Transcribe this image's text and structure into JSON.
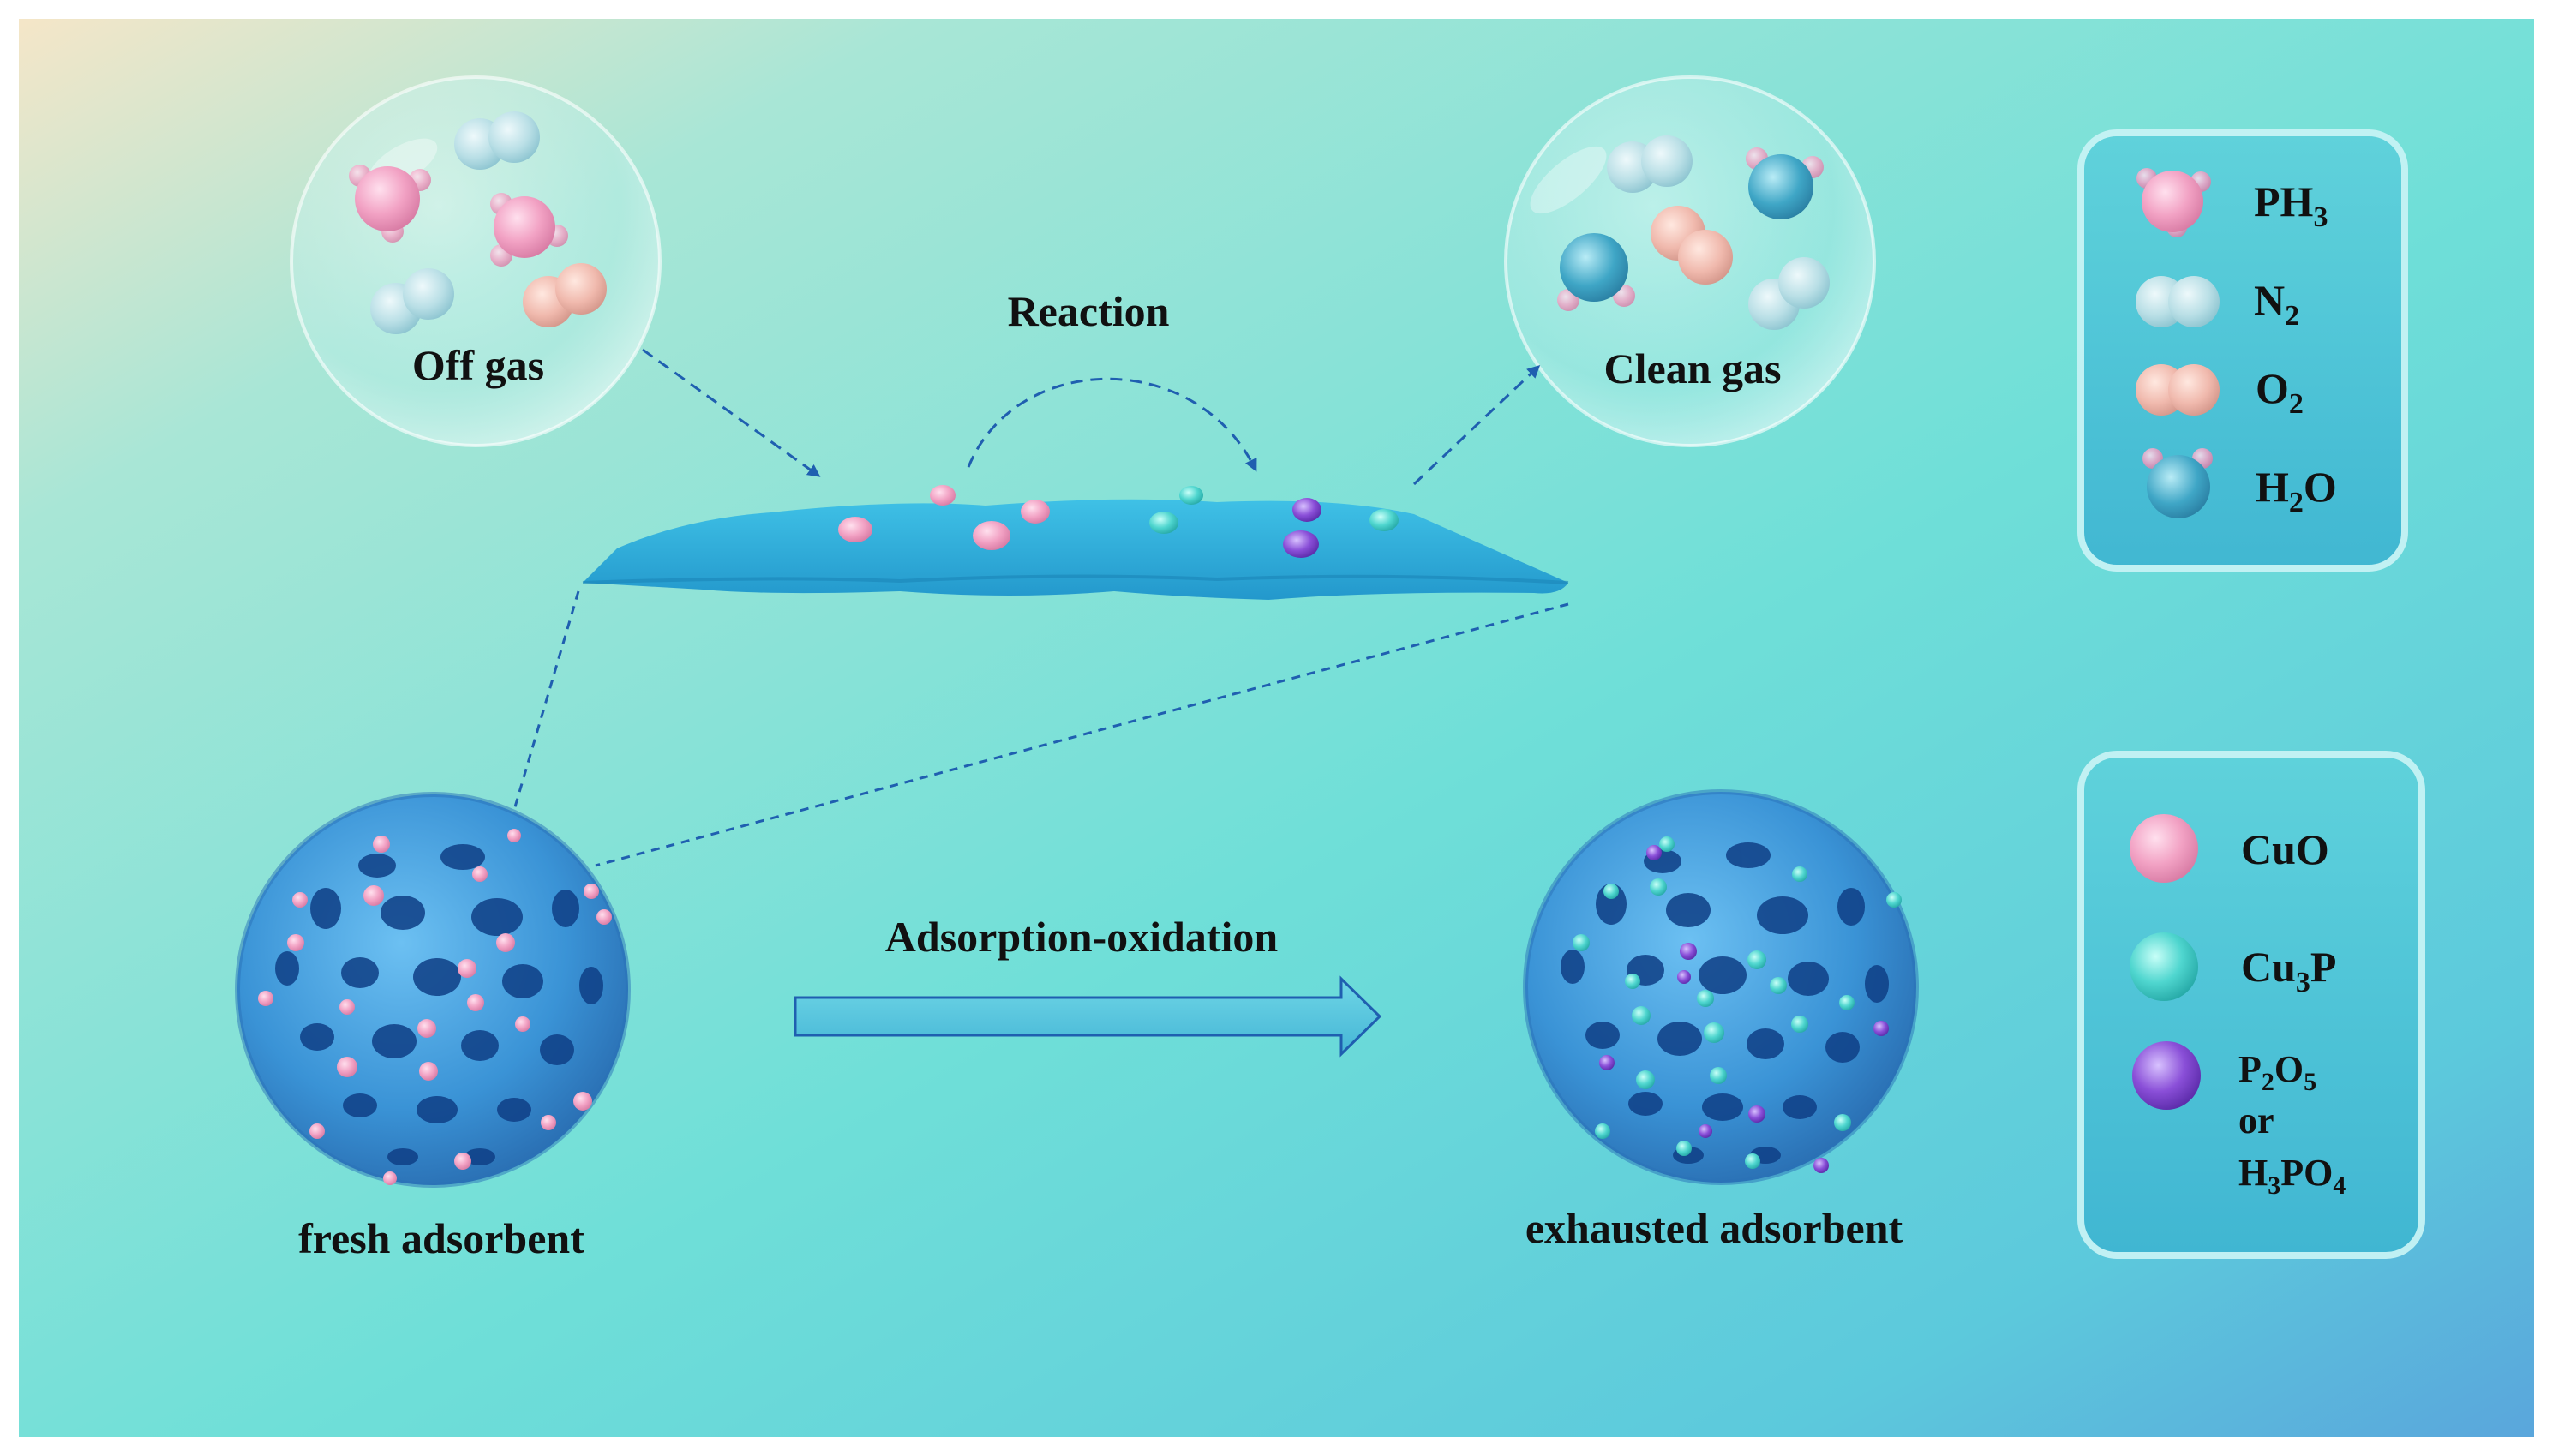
{
  "labels": {
    "off_gas": "Off  gas",
    "clean_gas": "Clean  gas",
    "reaction": "Reaction",
    "adsorption_oxidation": "Adsorption-oxidation",
    "fresh_adsorbent": "fresh adsorbent",
    "exhausted_adsorbent": "exhausted adsorbent"
  },
  "legend_gases": {
    "items": [
      {
        "name": "PH",
        "sub": "3",
        "icon": "ph3-molecule-icon"
      },
      {
        "name": "N",
        "sub": "2",
        "icon": "n2-molecule-icon"
      },
      {
        "name": "O",
        "sub": "2",
        "icon": "o2-molecule-icon"
      },
      {
        "name_a": "H",
        "sub": "2",
        "name_b": "O",
        "icon": "h2o-molecule-icon"
      }
    ]
  },
  "legend_species": {
    "items": [
      {
        "name": "CuO",
        "color": "#f4a6c8",
        "icon": "cuo-sphere-icon"
      },
      {
        "name_a": "Cu",
        "sub": "3",
        "name_b": "P",
        "color": "#4fd6cf",
        "icon": "cu3p-sphere-icon"
      },
      {
        "line1_a": "P",
        "line1_sub1": "2",
        "line1_b": "O",
        "line1_sub2": "5",
        "line2": "or",
        "line3_a": "H",
        "line3_sub1": "3",
        "line3_b": "PO",
        "line3_sub2": "4",
        "color": "#8a4fd8",
        "icon": "p2o5-h3po4-sphere-icon"
      }
    ]
  },
  "colors": {
    "pink": "#f4a6c8",
    "teal": "#4fd6cf",
    "purple": "#8a4fd8",
    "adsorbent_blue": "#3a93d6",
    "arrow_blue": "#1f5fb0"
  }
}
